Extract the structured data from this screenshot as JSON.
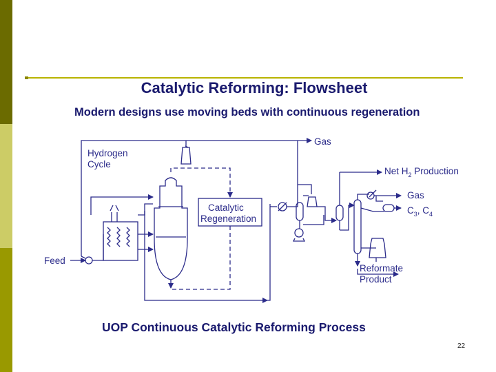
{
  "slide": {
    "title": "Catalytic Reforming: Flowsheet",
    "subtitle": "Modern designs use moving beds with continuous regeneration",
    "caption": "UOP Continuous Catalytic Reforming Process",
    "page_number": "22"
  },
  "diagram": {
    "labels": {
      "gas_top": "Gas",
      "hydrogen": "Hydrogen",
      "cycle": "Cycle",
      "net_h2": "Net H",
      "net_h2_sub": "2",
      "net_h2_rest": " Production",
      "catalytic": "Catalytic",
      "regeneration": "Regeneration",
      "gas_right": "Gas",
      "c3": "C",
      "c3_sub": "3",
      "c4": ", C",
      "c4_sub": "4",
      "feed": "Feed",
      "reformate": "Reformate",
      "product": "Product"
    }
  },
  "colors": {
    "sidebar_dark": "#6b6b00",
    "sidebar_light": "#cccc66",
    "sidebar_mid": "#999900",
    "rule": "#b8b300",
    "text": "#1a1a6e"
  }
}
